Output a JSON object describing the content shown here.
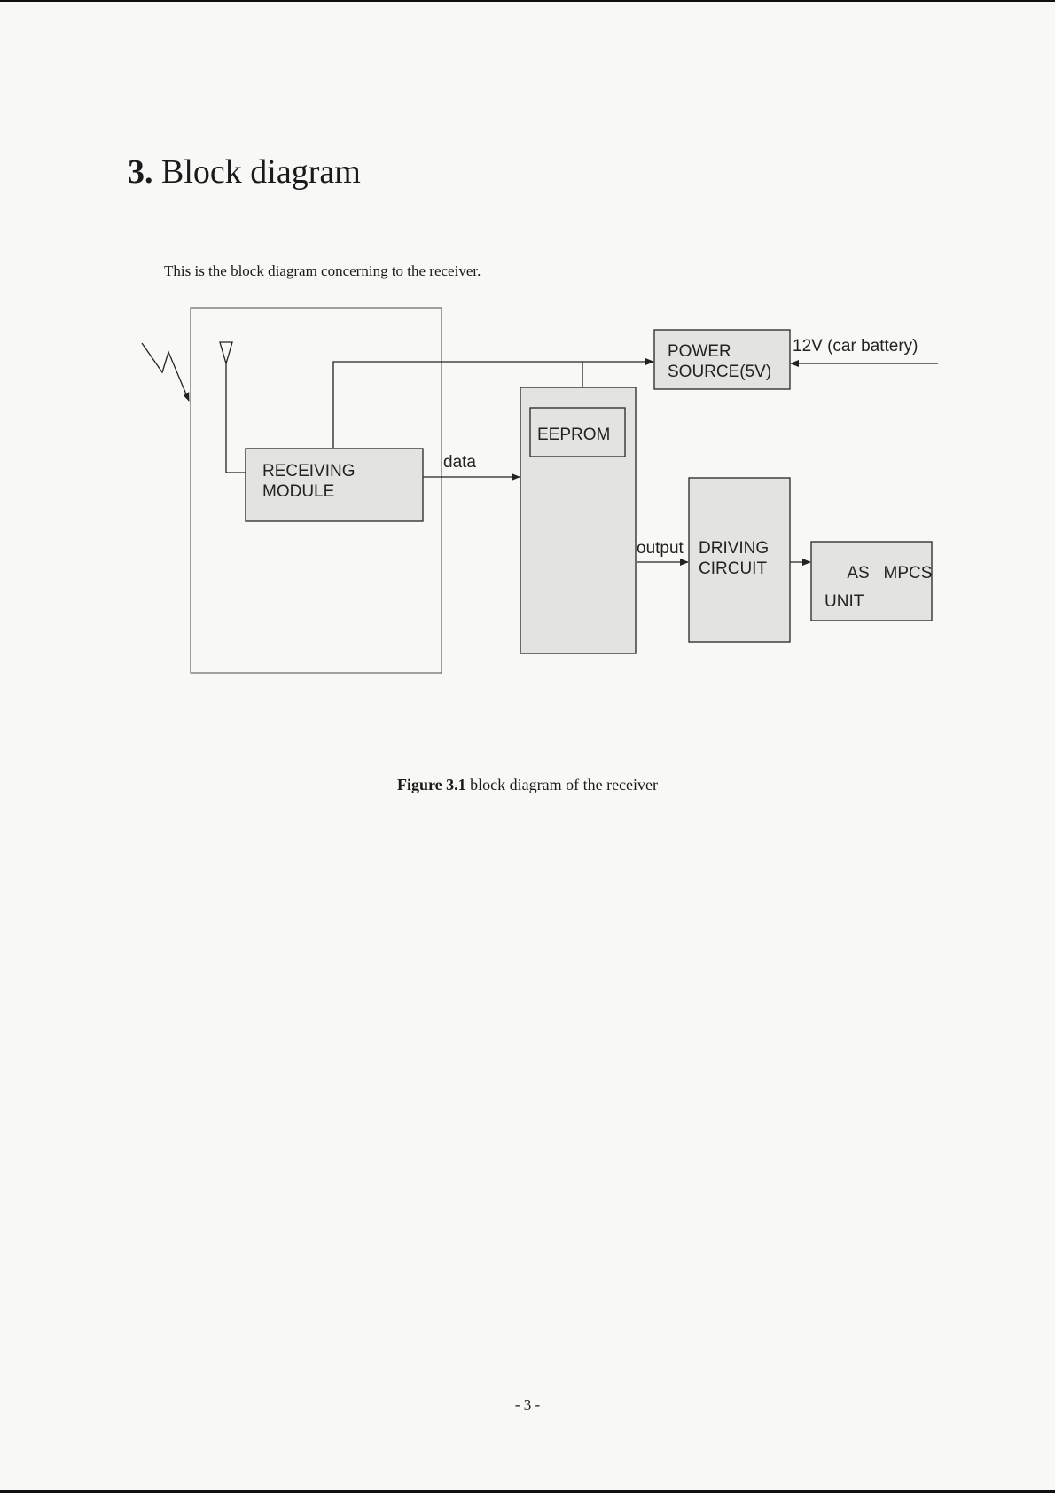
{
  "section": {
    "number": "3.",
    "title": "Block diagram"
  },
  "intro_text": "This is the block diagram concerning to the receiver.",
  "diagram": {
    "receiving_module": [
      "RECEIVING",
      "MODULE"
    ],
    "eeprom": "EEPROM",
    "power_source": [
      "POWER",
      "SOURCE(5V)"
    ],
    "driving_circuit": [
      "DRIVING",
      "CIRCUIT"
    ],
    "as_mpcs_unit": [
      "AS   MPCS",
      "UNIT"
    ],
    "label_data": "data",
    "label_output": "output",
    "label_battery": "12V (car battery)"
  },
  "caption": {
    "figure_no": "Figure 3.1",
    "text": "block diagram of the receiver"
  },
  "page_number": "- 3 -"
}
